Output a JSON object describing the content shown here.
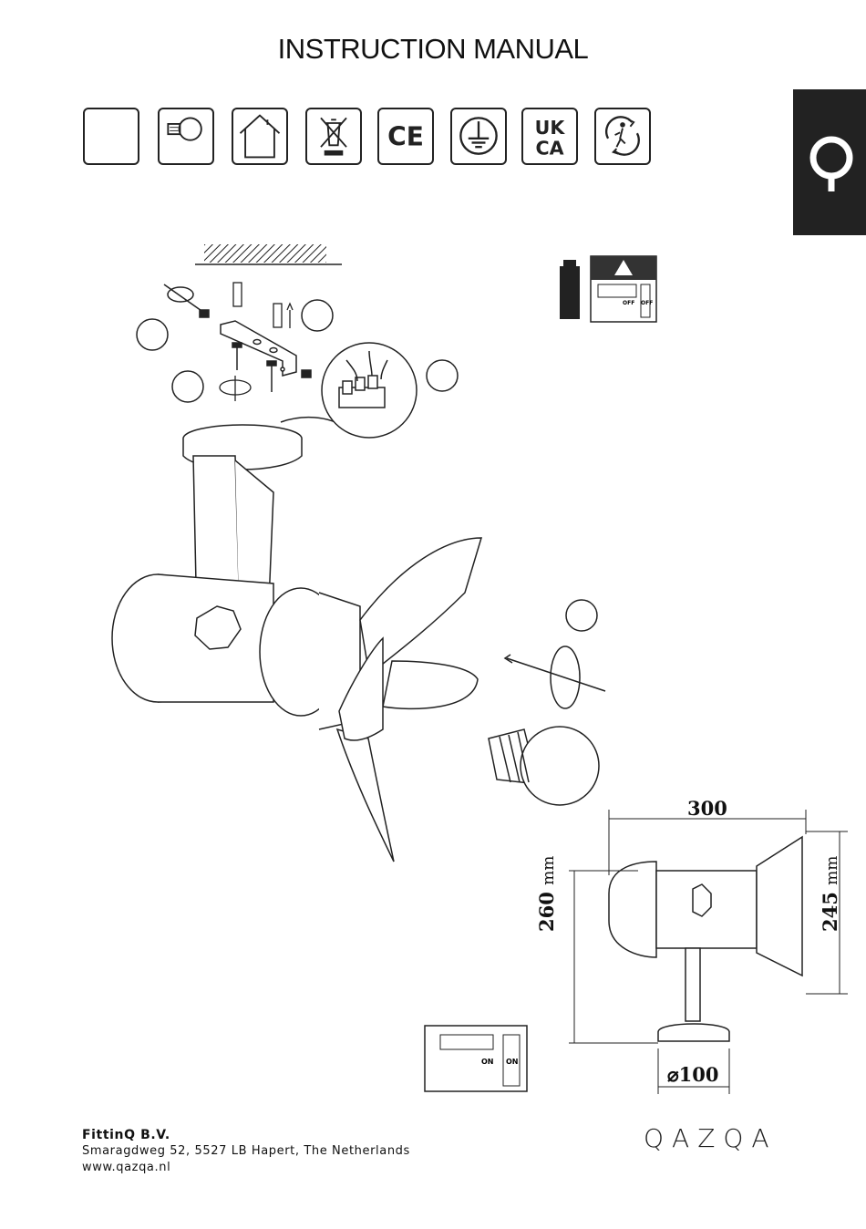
{
  "header": {
    "title": "INSTRUCTION MANUAL"
  },
  "icons": [
    {
      "name": "blank-box"
    },
    {
      "name": "bulb-icon"
    },
    {
      "name": "indoor-house-icon"
    },
    {
      "name": "weee-bin-icon"
    },
    {
      "name": "ce-mark-icon"
    },
    {
      "name": "earth-ground-icon"
    },
    {
      "name": "ukca-mark-icon"
    },
    {
      "name": "recycle-icon"
    }
  ],
  "marks": {
    "ce": "CE",
    "ukca_top": "UK",
    "ukca_bottom": "CA",
    "switch_off": "OFF",
    "switch_on": "ON"
  },
  "dimensions": {
    "width": "300",
    "height_value": "260",
    "height_unit": "mm",
    "head_value": "245",
    "head_unit": "mm",
    "base": "⌀100"
  },
  "footer": {
    "company": "FittinQ B.V.",
    "address": "Smaragdweg 52, 5527 LB Hapert, The Netherlands",
    "website": "www.qazqa.nl",
    "brand": "QAZQA"
  }
}
